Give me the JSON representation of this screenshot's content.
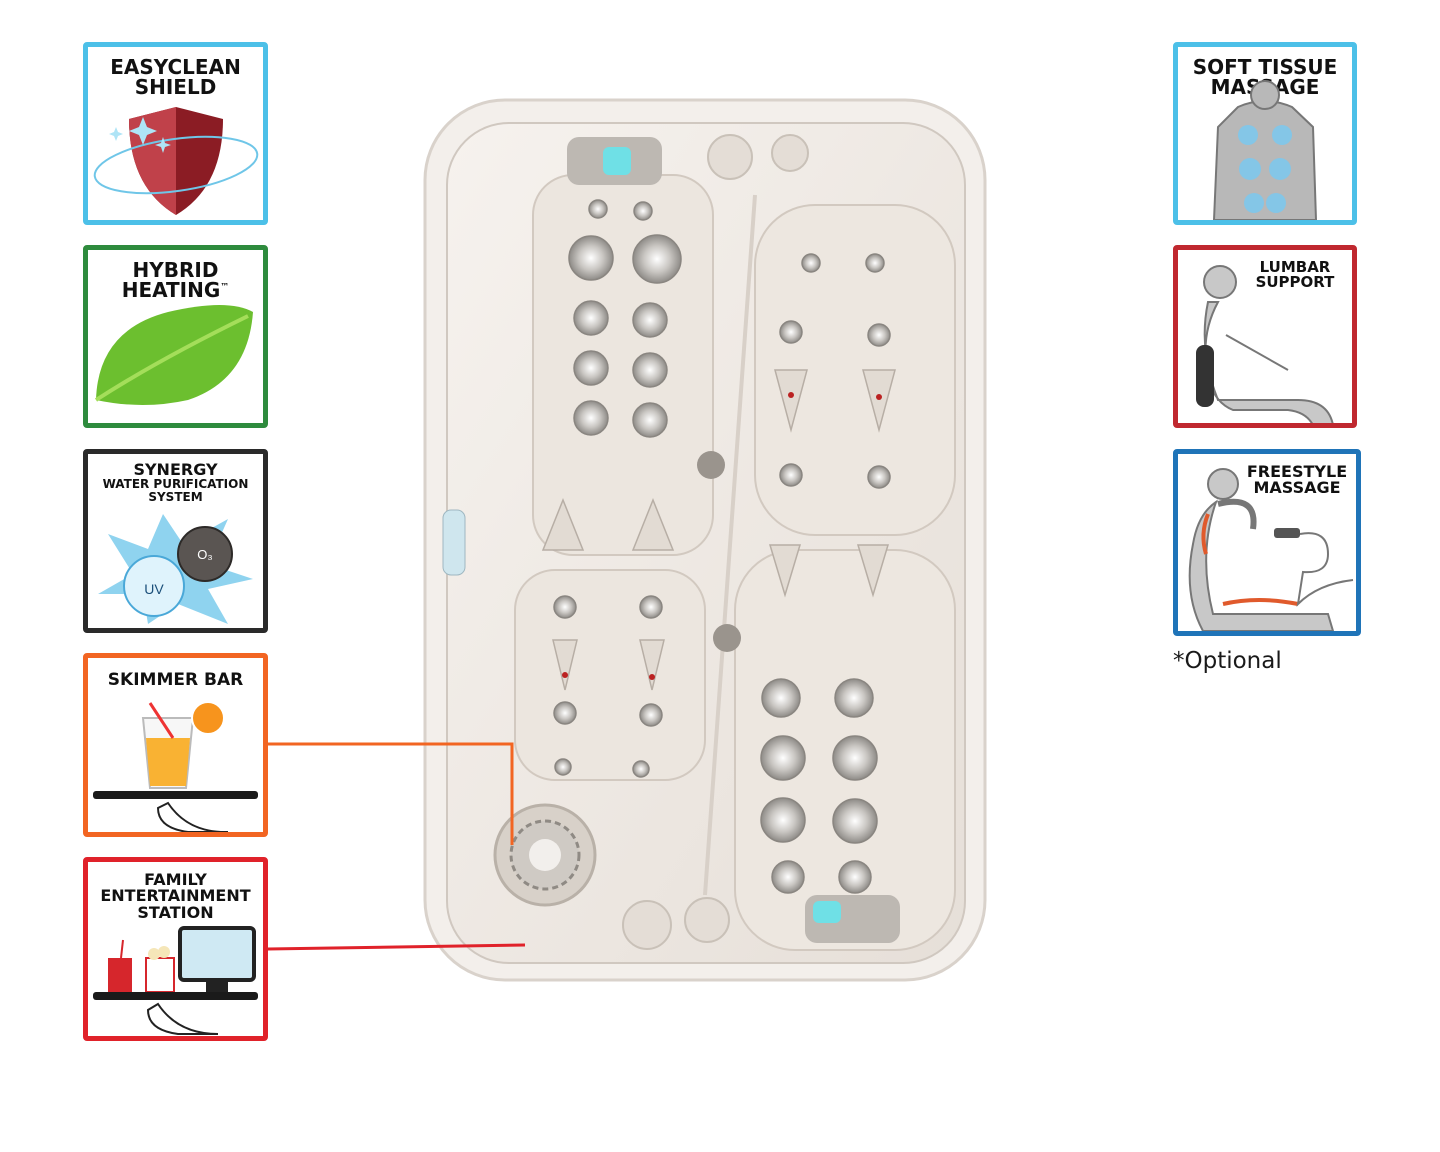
{
  "colors": {
    "easyclean": "#4cc0e8",
    "hybrid": "#2e8b3d",
    "synergy": "#2a2a2a",
    "skimmer": "#f26522",
    "family": "#e0222a",
    "softtissue": "#4cc0e8",
    "lumbar": "#c0282f",
    "freestyle": "#1f74b8"
  },
  "badges": {
    "easyclean": {
      "title_line1": "EASYCLEAN",
      "title_line2": "SHIELD",
      "icon": "shield-icon"
    },
    "hybrid": {
      "title_line1": "HYBRID",
      "title_line2": "HEATING",
      "tm": "™",
      "icon": "leaf-icon"
    },
    "synergy": {
      "title_line1": "SYNERGY",
      "title_line2": "WATER PURIFICATION",
      "title_line3": "SYSTEM",
      "uv": "UV",
      "o3": "O₃",
      "icon": "water-splash-icon"
    },
    "skimmer": {
      "title": "SKIMMER BAR",
      "icon": "drink-tray-icon"
    },
    "family": {
      "title_line1": "FAMILY",
      "title_line2": "ENTERTAINMENT",
      "title_line3": "STATION",
      "icon": "entertainment-tray-icon"
    },
    "softtissue": {
      "title_line1": "SOFT TISSUE",
      "title_line2": "MASSAGE",
      "icon": "back-massage-icon"
    },
    "lumbar": {
      "title_line1": "LUMBAR",
      "title_line2": "SUPPORT",
      "icon": "seated-person-icon"
    },
    "freestyle": {
      "title_line1": "FREESTYLE",
      "title_line2": "MASSAGE",
      "icon": "handheld-jet-icon"
    }
  },
  "optional_note": "*Optional"
}
